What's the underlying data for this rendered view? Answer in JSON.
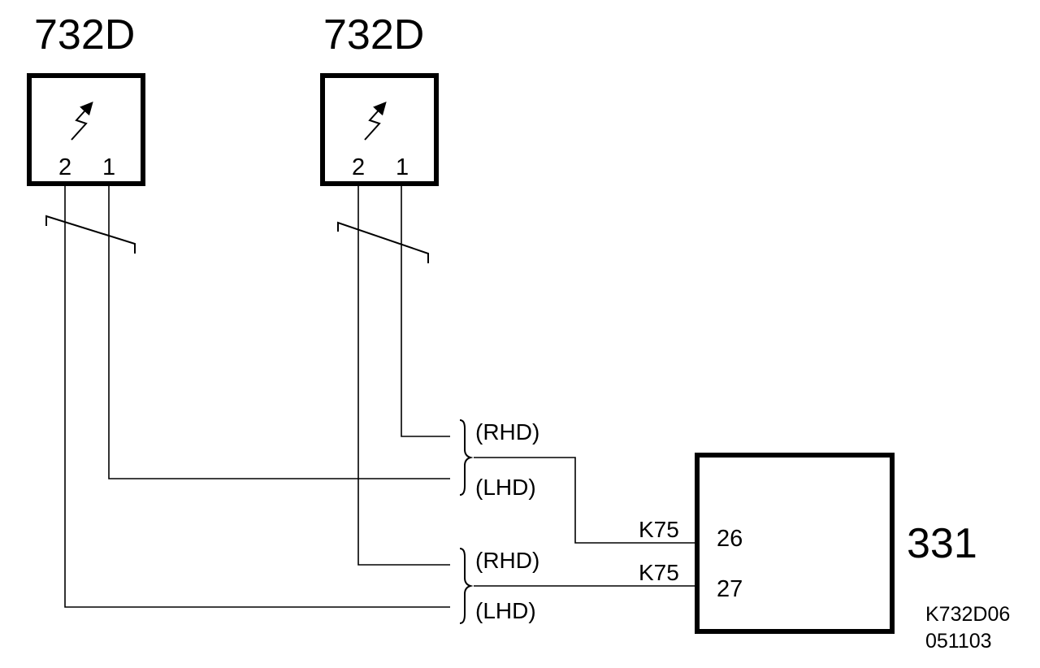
{
  "components": {
    "sensor_left": {
      "label": "732D",
      "pin2": "2",
      "pin1": "1"
    },
    "sensor_right": {
      "label": "732D",
      "pin2": "2",
      "pin1": "1"
    },
    "module": {
      "label": "331",
      "pin_upper": "26",
      "pin_lower": "27"
    }
  },
  "wires": {
    "upper_group": {
      "rhd": "(RHD)",
      "lhd": "(LHD)",
      "harness": "K75"
    },
    "lower_group": {
      "rhd": "(RHD)",
      "lhd": "(LHD)",
      "harness": "K75"
    }
  },
  "reference": {
    "code": "K732D06",
    "date": "051103"
  },
  "icons": [
    "sensor-arrow-icon",
    "break-symbol-icon",
    "brace-icon"
  ]
}
